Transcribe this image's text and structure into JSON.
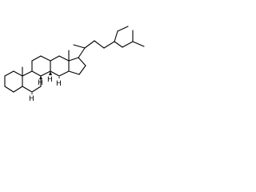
{
  "molecule": {
    "atom_labels": {
      "h_c5": "H",
      "h_c8": "H",
      "h_c9": "H",
      "h_c14": "H"
    },
    "colors": {
      "bond": "#000000",
      "background": "#ffffff"
    }
  }
}
